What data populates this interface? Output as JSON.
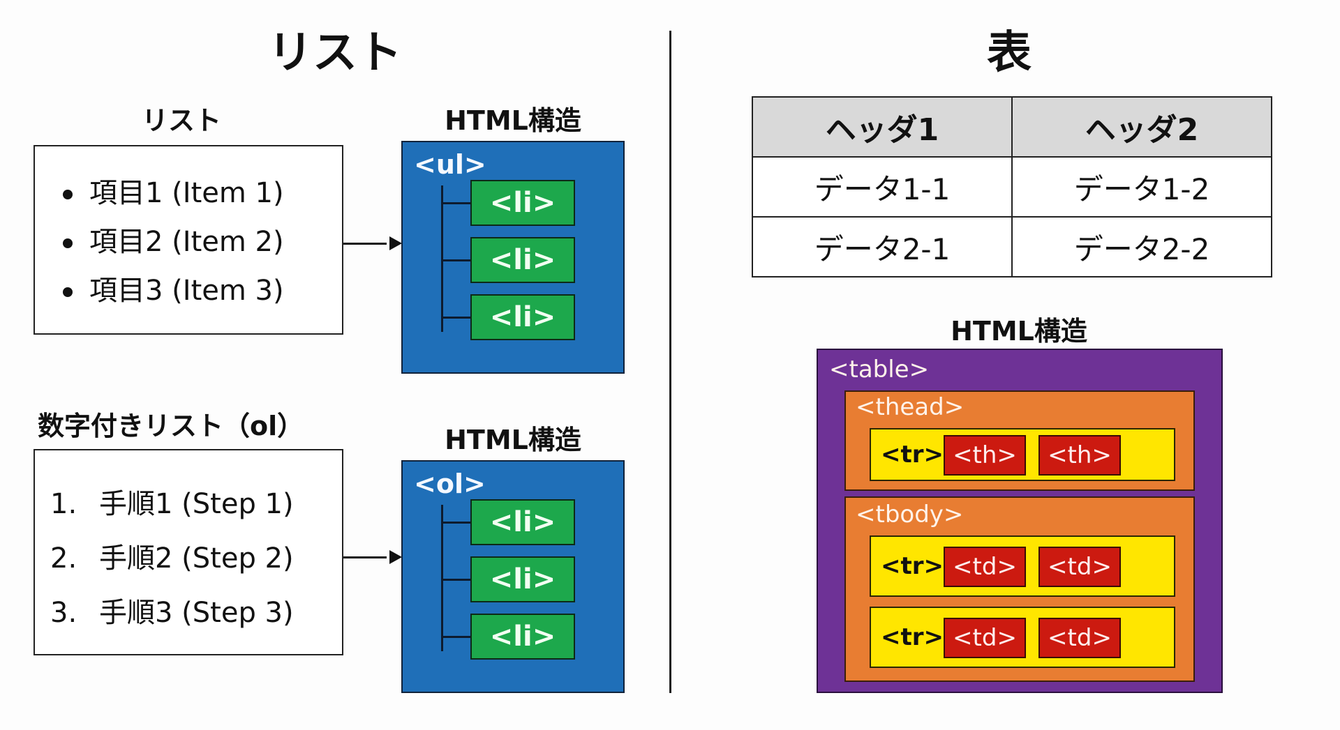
{
  "left": {
    "title": "リスト",
    "ul_section": {
      "heading": "リスト",
      "items": [
        "項目1 (Item 1)",
        "項目2 (Item 2)",
        "項目3 (Item 3)"
      ],
      "structure_heading": "HTML構造",
      "container_tag": "<ul>",
      "child_tags": [
        "<li>",
        "<li>",
        "<li>"
      ]
    },
    "ol_section": {
      "heading": "数字付きリスト（ol）",
      "items": [
        {
          "number": "1.",
          "text": "手順1 (Step 1)"
        },
        {
          "number": "2.",
          "text": "手順2 (Step 2)"
        },
        {
          "number": "3.",
          "text": "手順3 (Step 3)"
        }
      ],
      "structure_heading": "HTML構造",
      "container_tag": "<ol>",
      "child_tags": [
        "<li>",
        "<li>",
        "<li>"
      ]
    }
  },
  "right": {
    "title": "表",
    "table": {
      "headers": [
        "ヘッダ1",
        "ヘッダ2"
      ],
      "rows": [
        [
          "データ1-1",
          "データ1-2"
        ],
        [
          "データ2-1",
          "データ2-2"
        ]
      ]
    },
    "structure_heading": "HTML構造",
    "structure": {
      "table_tag": "<table>",
      "thead_tag": "<thead>",
      "tbody_tag": "<tbody>",
      "tr_tag": "<tr>",
      "th_tags": [
        "<th>",
        "<th>"
      ],
      "td_rows": [
        [
          "<td>",
          "<td>"
        ],
        [
          "<td>",
          "<td>"
        ]
      ]
    }
  },
  "colors": {
    "ul_container": "#1f6fb8",
    "li_box": "#1da84c",
    "table_container": "#6e3296",
    "section_box": "#e87d32",
    "row_box": "#ffe600",
    "cell_box": "#cc1a10",
    "header_row": "#d9d9d9"
  }
}
